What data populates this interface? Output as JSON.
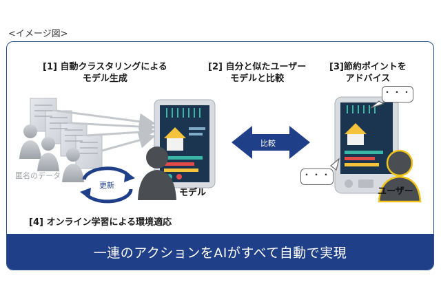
{
  "caption": "<イメージ図>",
  "steps": {
    "s1_line1": "[1] 自動クラスタリングによる",
    "s1_line2": "モデル生成",
    "s2_line1": "[2] 自分と似たユーザー",
    "s2_line2": "モデルと比較",
    "s3_line1": "[3]節約ポイントを",
    "s3_line2": "アドバイス",
    "s4": "[4] オンライン学習による環境適応"
  },
  "labels": {
    "anon_data": "匿名のデータ",
    "update": "更新",
    "model": "モデル",
    "compare": "比較",
    "user": "ユーザー",
    "bubble_dots": "・・・"
  },
  "banner": "一連のアクションをAIがすべて自動で実現",
  "colors": {
    "frame": "#2a4f8f",
    "banner": "#1f3f88",
    "arrow": "#1f3f88",
    "tablet_screen": "#1b3550",
    "accent_teal": "#39b6a6",
    "user_outline": "#f0c419"
  }
}
